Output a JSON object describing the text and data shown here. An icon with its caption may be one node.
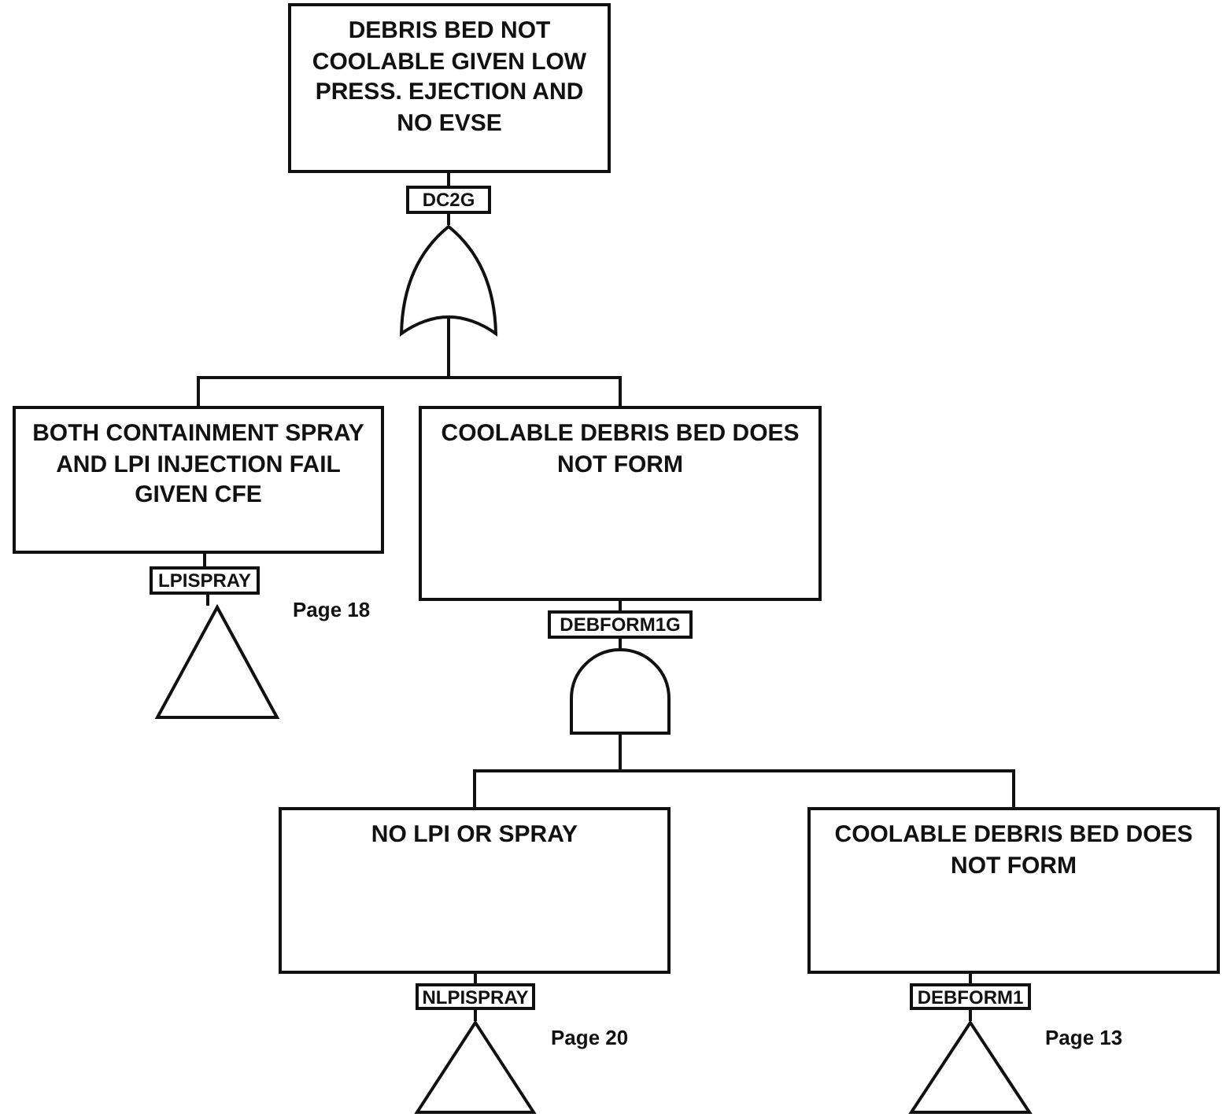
{
  "diagram": {
    "nodes": [
      {
        "text": [
          "DEBRIS BED NOT COOLABLE GIVEN LOW PRESS. EJECTION AND NO EVSE"
        ]
      },
      {
        "text": [
          "DC2G"
        ]
      },
      {
        "text": [],
        "shape": "or-gate"
      },
      {
        "text": [
          "BOTH CONTAINMENT SPRAY AND LPI INJECTION FAIL GIVEN CFE"
        ]
      },
      {
        "text": [
          "LPISPRAY"
        ]
      },
      {
        "text": [],
        "shape": "triangle",
        "beside": [
          "Page 18"
        ]
      },
      {
        "text": [
          "COOLABLE DEBRIS BED DOES NOT FORM"
        ]
      },
      {
        "text": [
          "DEBFORM1G"
        ]
      },
      {
        "text": [],
        "shape": "and-gate"
      },
      {
        "text": [
          "NO LPI OR SPRAY"
        ]
      },
      {
        "text": [
          "NLPISPRAY"
        ]
      },
      {
        "text": [],
        "shape": "triangle",
        "beside": [
          "Page 20"
        ]
      },
      {
        "text": [
          "COOLABLE DEBRIS BED DOES NOT FORM"
        ]
      },
      {
        "text": [
          "DEBFORM1"
        ]
      },
      {
        "text": [],
        "shape": "triangle",
        "beside": [
          "Page 13"
        ]
      }
    ],
    "edges": [
      {
        "from": 0,
        "to": 1,
        "arrow": "none"
      },
      {
        "from": 1,
        "to": 2,
        "arrow": "none"
      },
      {
        "from": 2,
        "to": 3,
        "arrow": "none"
      },
      {
        "from": 2,
        "to": 6,
        "arrow": "none"
      },
      {
        "from": 3,
        "to": 4,
        "arrow": "none"
      },
      {
        "from": 4,
        "to": 5,
        "arrow": "none"
      },
      {
        "from": 6,
        "to": 7,
        "arrow": "none"
      },
      {
        "from": 7,
        "to": 8,
        "arrow": "none"
      },
      {
        "from": 8,
        "to": 9,
        "arrow": "none"
      },
      {
        "from": 8,
        "to": 12,
        "arrow": "none"
      },
      {
        "from": 9,
        "to": 10,
        "arrow": "none"
      },
      {
        "from": 10,
        "to": 11,
        "arrow": "none"
      },
      {
        "from": 12,
        "to": 13,
        "arrow": "none"
      },
      {
        "from": 13,
        "to": 14,
        "arrow": "none"
      }
    ]
  }
}
